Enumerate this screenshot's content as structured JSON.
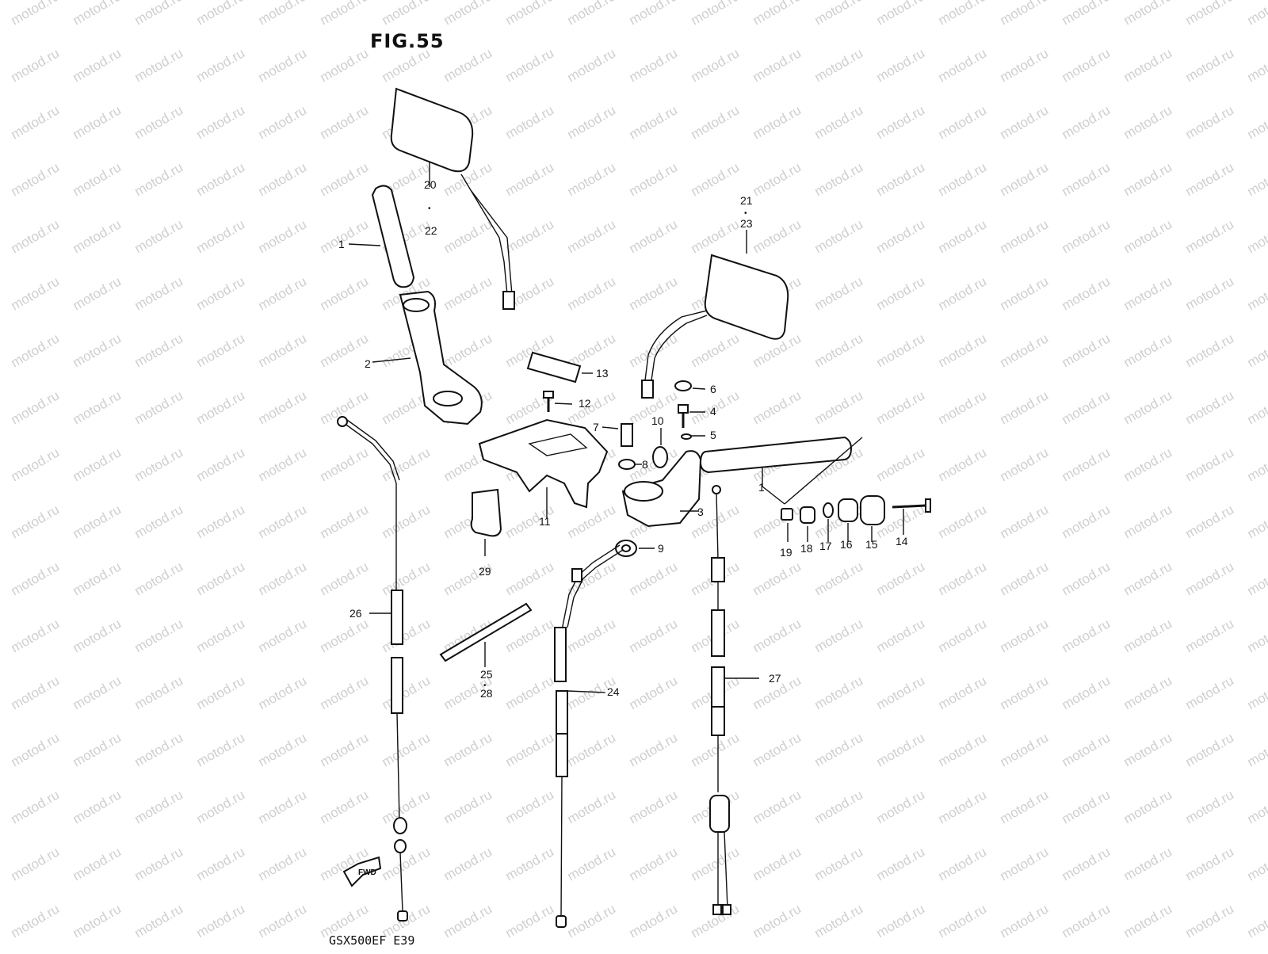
{
  "figure": {
    "title": "FIG.55",
    "footer": "GSX500EF  E39",
    "watermark_text": "motod.ru",
    "fwd_label": "FWD"
  },
  "callouts": {
    "c1a": "1",
    "c2": "2",
    "c3": "3",
    "c4": "4",
    "c5": "5",
    "c6": "6",
    "c7": "7",
    "c8": "8",
    "c9": "9",
    "c10": "10",
    "c11": "11",
    "c12": "12",
    "c13": "13",
    "c14": "14",
    "c15": "15",
    "c16": "16",
    "c17": "17",
    "c18": "18",
    "c19": "19",
    "c20": "20",
    "c22": "22",
    "c21": "21",
    "c23": "23",
    "c1b": "1",
    "c24": "24",
    "c25": "25",
    "c28": "28",
    "c26": "26",
    "c27": "27",
    "c29": "29"
  },
  "colors": {
    "ink": "#111111",
    "paper": "#ffffff",
    "watermark": "#cfcfcf"
  }
}
